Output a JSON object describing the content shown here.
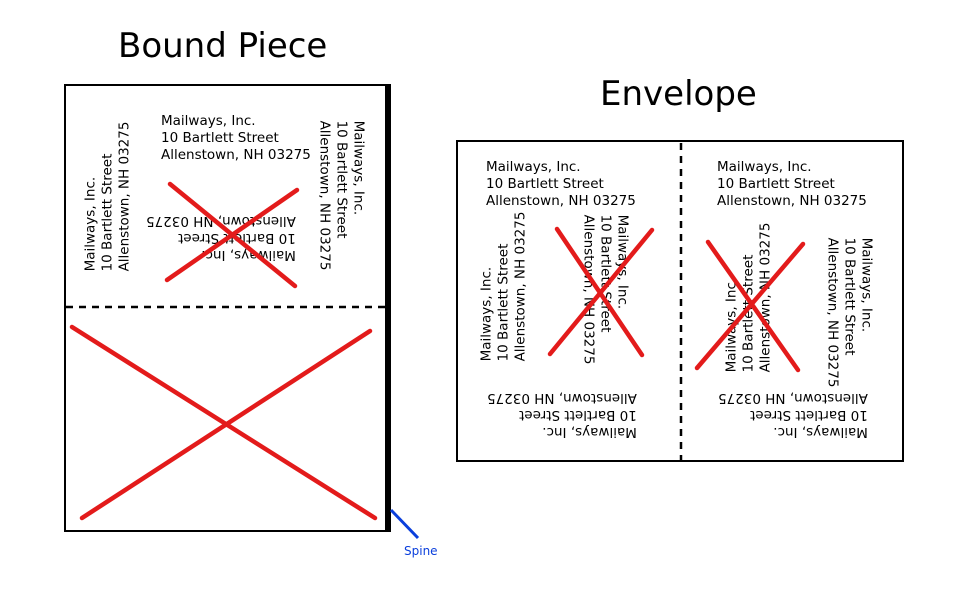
{
  "bound_piece": {
    "title": "Bound Piece",
    "spine_label": "Spine"
  },
  "envelope": {
    "title": "Envelope"
  },
  "address": {
    "line1": "Mailways, Inc.",
    "line2": "10 Bartlett Street",
    "line3": "Allenstown, NH 03275"
  },
  "colors": {
    "cross": "#e31b1b",
    "spine_pointer": "#0a3fdc",
    "border": "#000000"
  }
}
